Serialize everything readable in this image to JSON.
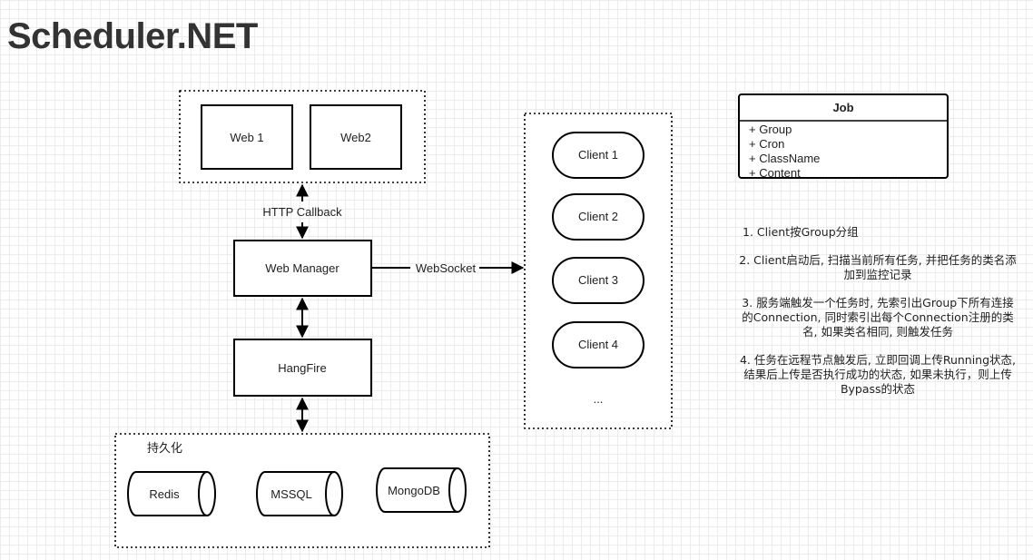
{
  "title": "Scheduler.NET",
  "nodes": {
    "web1": "Web 1",
    "web2": "Web2",
    "web_manager": "Web Manager",
    "hangfire": "HangFire",
    "persistence_label": "持久化",
    "redis": "Redis",
    "mssql": "MSSQL",
    "mongodb": "MongoDB",
    "client1": "Client 1",
    "client2": "Client 2",
    "client3": "Client 3",
    "client4": "Client 4",
    "client_more": "..."
  },
  "edges": {
    "http_callback": "HTTP Callback",
    "websocket": "WebSocket"
  },
  "job_class": {
    "name": "Job",
    "fields": [
      "+ Group",
      "+ Cron",
      "+ ClassName",
      "+ Content"
    ]
  },
  "notes": [
    "1. Client按Group分组",
    "2. Client启动后, 扫描当前所有任务, 并把任务的类名添加到监控记录",
    "3. 服务端触发一个任务时, 先索引出Group下所有连接的Connection, 同时索引出每个Connection注册的类名, 如果类名相同, 则触发任务",
    "4. 任务在远程节点触发后, 立即回调上传Running状态, 结果后上传是否执行成功的状态, 如果未执行，则上传Bypass的状态"
  ]
}
